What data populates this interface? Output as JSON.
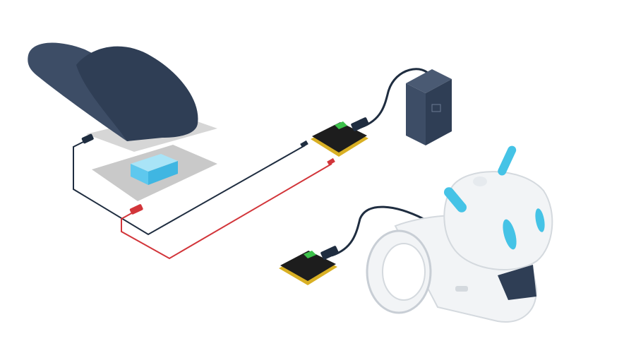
{
  "colors": {
    "navy": "#2f3e55",
    "navy_light": "#3d4d66",
    "plate": "#c9c9c9",
    "foam": "#5ec8ee",
    "wire_dark": "#1f2d40",
    "wire_red": "#d2353a",
    "board": "#1d1d1d",
    "board_edge": "#d9b024",
    "board_green": "#3cc04a",
    "robot_white": "#f2f4f6",
    "robot_grey": "#d4d9de",
    "robot_blue": "#45c3e6"
  },
  "icons": [
    "slipper",
    "pressure-sensor",
    "microbit-sender",
    "battery-pack",
    "microbit-receiver",
    "robot"
  ]
}
